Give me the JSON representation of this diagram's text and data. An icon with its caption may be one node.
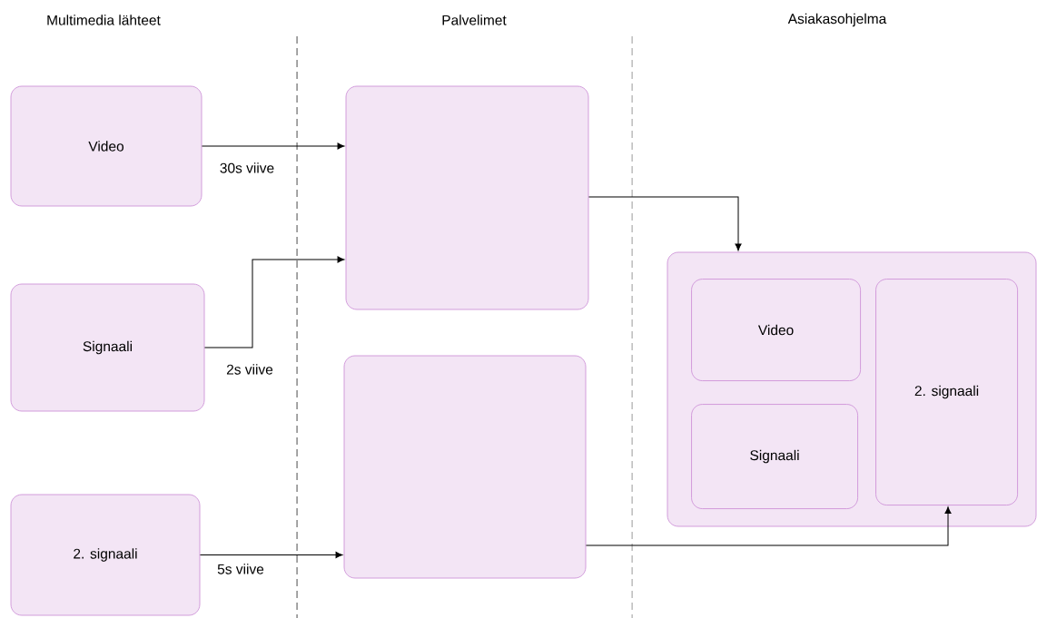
{
  "diagram": {
    "nodes": [
      {
        "text": [
          "Video"
        ]
      },
      {
        "text": [
          "Signaali"
        ]
      },
      {
        "text": [
          "2. signaali"
        ]
      },
      {
        "text": [],
        "shape": "box"
      },
      {
        "text": [],
        "shape": "box"
      },
      {
        "text": [],
        "shape": "box"
      },
      {
        "text": [
          "Video"
        ],
        "in": 5
      },
      {
        "text": [
          "Signaali"
        ],
        "in": 5
      },
      {
        "text": [
          "2. signaali"
        ],
        "in": 5
      }
    ],
    "edges": [
      {
        "from": 0,
        "to": 3,
        "arrow": "to",
        "label": "30s viive"
      },
      {
        "from": 1,
        "to": 3,
        "arrow": "to",
        "label": "2s viive"
      },
      {
        "from": 2,
        "to": 4,
        "arrow": "to",
        "label": "5s viive"
      },
      {
        "from": 3,
        "to": 5,
        "arrow": "to"
      },
      {
        "from": 4,
        "to": 8,
        "arrow": "to"
      }
    ],
    "labels": [
      "Multimedia lähteet",
      "Palvelimet",
      "Asiakasohjelma"
    ]
  }
}
